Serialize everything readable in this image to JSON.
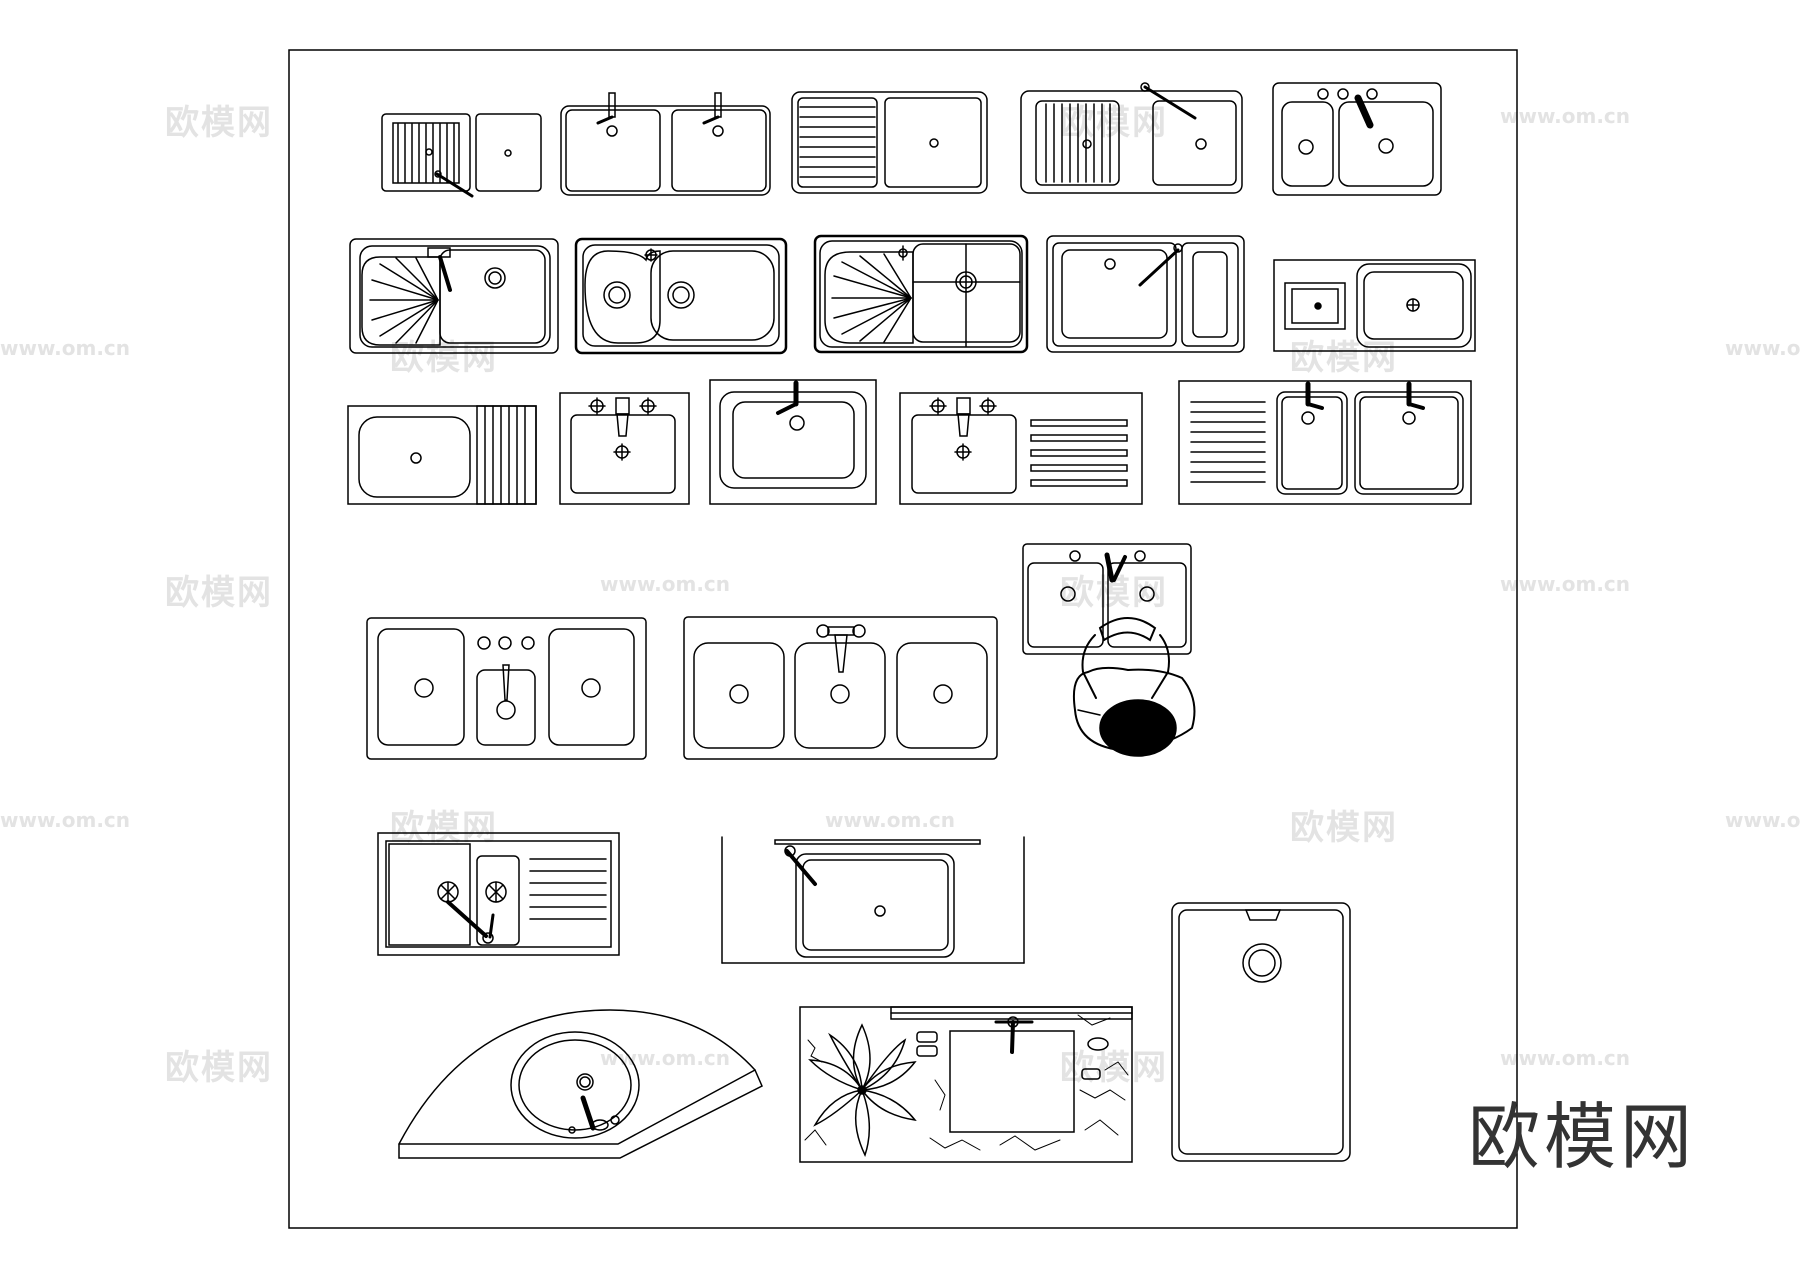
{
  "watermark": {
    "text_cn": "欧模网",
    "text_url": "www.om.cn"
  },
  "brand": {
    "logo_text": "欧模网"
  },
  "colors": {
    "line": "#000000",
    "watermark": "#e3e3e3",
    "brand": "#333333"
  }
}
